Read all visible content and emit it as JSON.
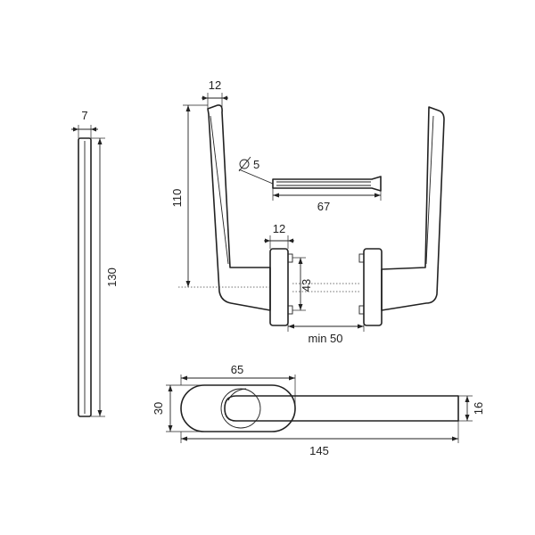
{
  "dimensions": {
    "handle_thickness": "7",
    "handle_length": "130",
    "base_width": "12",
    "lever_height": "110",
    "spindle_diameter": "5",
    "spindle_length": "67",
    "rose_width": "12",
    "screw_spacing": "43",
    "min_door": "min 50",
    "rose_length": "65",
    "rose_height": "30",
    "lever_length": "145",
    "grip_height": "16"
  },
  "symbols": {
    "diameter": "∅"
  }
}
